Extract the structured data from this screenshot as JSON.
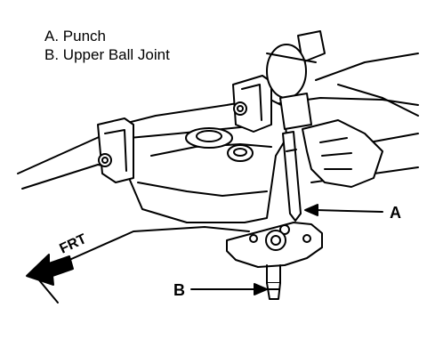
{
  "legend": {
    "items": [
      {
        "letter": "A.",
        "text": "Punch"
      },
      {
        "letter": "B.",
        "text": "Upper Ball Joint"
      }
    ]
  },
  "callouts": {
    "a": "A",
    "b": "B",
    "front": "FRT"
  },
  "colors": {
    "line": "#000000",
    "fill": "#ffffff"
  }
}
